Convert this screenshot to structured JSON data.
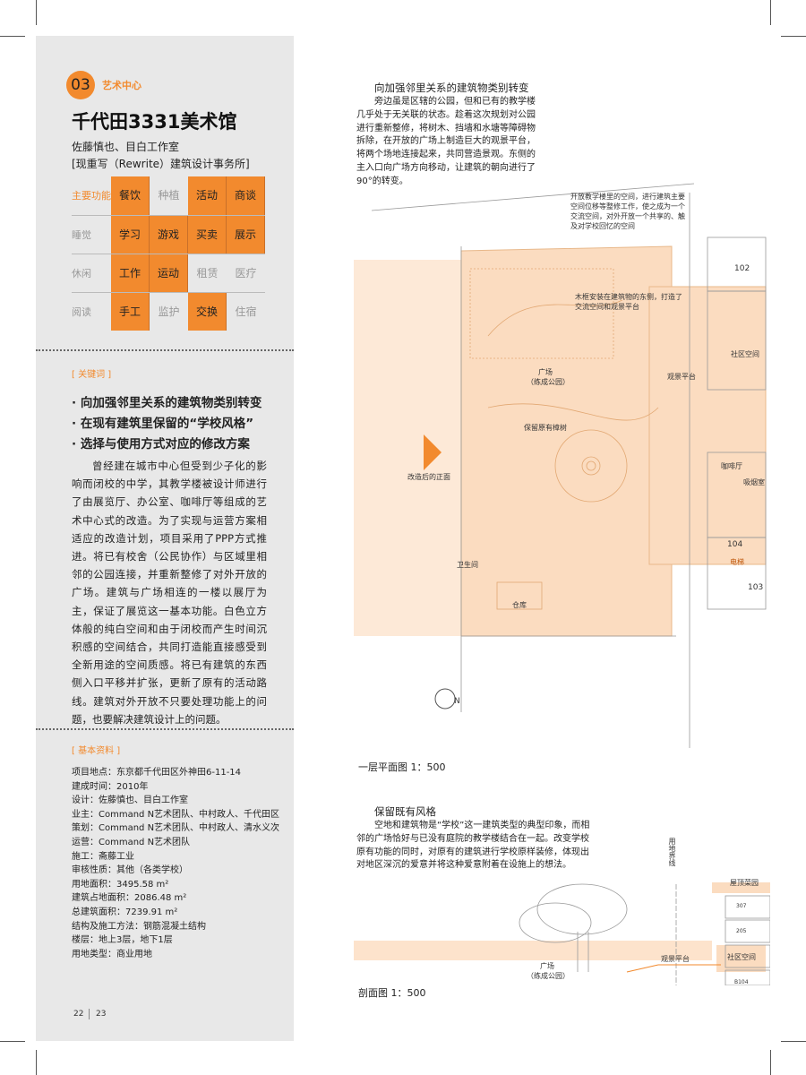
{
  "header": {
    "number": "03",
    "category": "艺术中心",
    "title": "千代田3331美术馆",
    "architect": "佐藤慎也、目白工作室",
    "firm": "[现重写（Rewrite）建筑设计事务所]"
  },
  "function_grid": {
    "label": "主要功能",
    "rows": [
      [
        {
          "t": "餐饮",
          "on": true
        },
        {
          "t": "种植",
          "on": false
        },
        {
          "t": "活动",
          "on": true
        },
        {
          "t": "商谈",
          "on": true
        }
      ],
      [
        {
          "t": "睡觉",
          "on": false
        },
        {
          "t": "学习",
          "on": true
        },
        {
          "t": "游戏",
          "on": true
        },
        {
          "t": "买卖",
          "on": true
        },
        {
          "t": "展示",
          "on": true
        }
      ],
      [
        {
          "t": "休闲",
          "on": false
        },
        {
          "t": "工作",
          "on": true
        },
        {
          "t": "运动",
          "on": true
        },
        {
          "t": "租赁",
          "on": false
        },
        {
          "t": "医疗",
          "on": false
        }
      ],
      [
        {
          "t": "阅读",
          "on": false
        },
        {
          "t": "手工",
          "on": true
        },
        {
          "t": "监护",
          "on": false
        },
        {
          "t": "交换",
          "on": true
        },
        {
          "t": "住宿",
          "on": false
        }
      ]
    ],
    "accent": "#f28a2e"
  },
  "keywords": {
    "heading": "[ 关键词 ]",
    "items": [
      "· 向加强邻里关系的建筑物类别转变",
      "· 在现有建筑里保留的“学校风格”",
      "· 选择与使用方式对应的修改方案"
    ]
  },
  "body_text": "曾经建在城市中心但受到少子化的影响而闭校的中学，其教学楼被设计师进行了由展览厅、办公室、咖啡厅等组成的艺术中心式的改造。为了实现与运营方案相适应的改造计划，项目采用了PPP方式推进。将已有校舍（公民协作）与区域里相邻的公园连接，并重新整修了对外开放的广场。建筑与广场相连的一楼以展厅为主，保证了展览这一基本功能。白色立方体般的纯白空间和由于闭校而产生时间沉积感的空间结合，共同打造能直接感受到全新用途的空间质感。将已有建筑的东西侧入口平移并扩张，更新了原有的活动路线。建筑对外开放不只要处理功能上的问题，也要解决建筑设计上的问题。",
  "basic_info": {
    "heading": "[ 基本资料 ]",
    "items": [
      "项目地点：东京都千代田区外神田6-11-14",
      "建成时间：2010年",
      "设计：佐藤慎也、目白工作室",
      "业主：Command N艺术团队、中村政人、千代田区",
      "策划：Command N艺术团队、中村政人、清水义次",
      "运营：Command N艺术团队",
      "施工：斋藤工业",
      "审核性质：其他（各类学校）",
      "用地面积：3495.58 m²",
      "建筑占地面积：2086.48 m²",
      "总建筑面积：7239.91 m²",
      "结构及施工方法：钢筋混凝土结构",
      "楼层：地上3层，地下1层",
      "用地类型：商业用地"
    ]
  },
  "page_numbers": [
    "22",
    "23"
  ],
  "section1": {
    "heading": "向加强邻里关系的建筑物类别转变",
    "text": "旁边虽是区辖的公园，但和已有的教学楼几乎处于无关联的状态。趁着这次规划对公园进行重新整修，将树木、挡墙和水塘等障碍物拆除，在开放的广场上制造巨大的观景平台，将两个场地连接起来，共同营造景观。东侧的主入口向广场方向移动，让建筑的朝向进行了90°的转变。"
  },
  "plan": {
    "labels": {
      "note1": "开放教学楼里的空间，进行建筑主要空间位移等整修工作，使之成为一个交流空间，对外开放一个共享的、触及对学校回忆的空间",
      "note2": "木框安装在建筑物的东侧，打造了交流空间和观景平台",
      "plaza": "广场",
      "plaza2": "（练成公园）",
      "tree": "保留原有樟树",
      "front": "改造后的正面",
      "toilet": "卫生间",
      "storage": "仓库",
      "deck": "观景平台",
      "r102": "102",
      "community": "社区空间",
      "cafe": "咖啡厅",
      "smoking": "吸烟室",
      "r104": "104",
      "elevator": "电梯",
      "r103": "103",
      "north": "N"
    },
    "caption": "一层平面图  1：500"
  },
  "section2": {
    "heading": "保留既有风格",
    "text": "空地和建筑物是“学校”这一建筑类型的典型印象，而相邻的广场恰好与已没有庭院的教学楼结合在一起。改变学校原有功能的同时，对原有的建筑进行学校原样装修，体现出对地区深沉的爱意并将这种爱意附着在设施上的想法。"
  },
  "section_drawing": {
    "labels": {
      "boundary": "用地界线",
      "roof": "屋顶菜园",
      "r307": "307",
      "r205": "205",
      "community": "社区空间",
      "deck": "观景平台",
      "plaza": "广场",
      "plaza2": "（练成公园）",
      "b104": "B104"
    },
    "caption": "剖面图  1：500"
  }
}
